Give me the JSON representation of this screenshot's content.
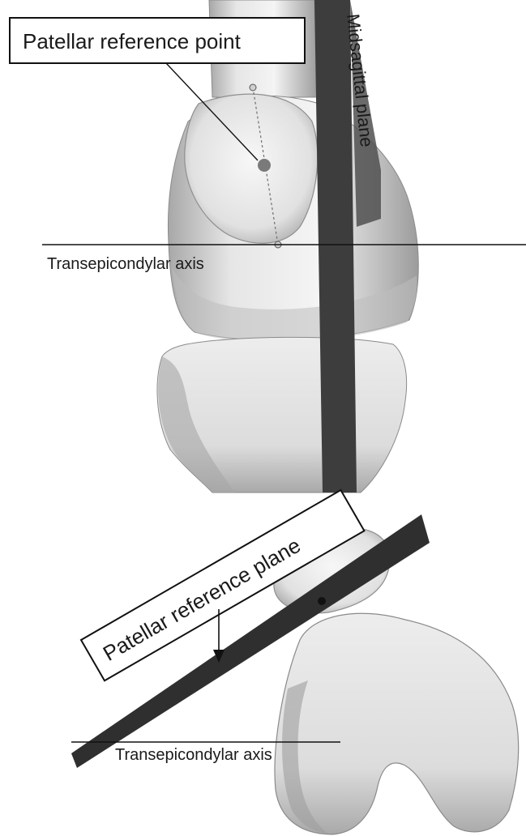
{
  "top_panel": {
    "callout_label": "Patellar reference point",
    "plane_label": "Midsagittal plane",
    "axis_label": "Transepicondylar axis"
  },
  "bottom_panel": {
    "callout_label": "Patellar reference plane",
    "axis_label": "Transepicondylar axis"
  },
  "colors": {
    "bone_light": "#f2f2f2",
    "bone_mid": "#d6d6d6",
    "bone_shadow": "#9a9a9a",
    "plane_dark": "#3d3d3d",
    "reference_dot": "#7a7a7a",
    "line": "#111111"
  }
}
